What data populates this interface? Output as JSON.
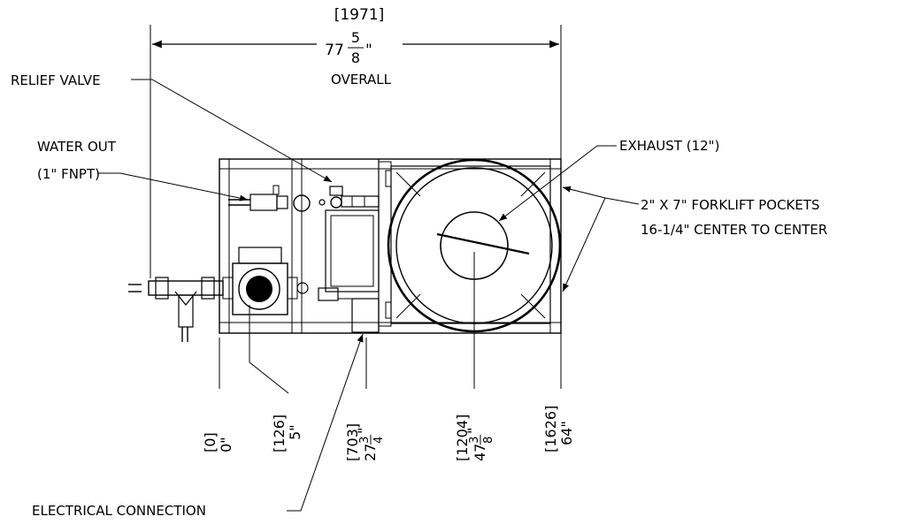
{
  "overall_dimension": {
    "metric": "[1971]",
    "whole": "77",
    "numerator": "5",
    "denominator": "8",
    "inch_mark": "\"",
    "caption": "OVERALL"
  },
  "callouts": {
    "relief_valve": "RELIEF VALVE",
    "water_out_line1": "WATER OUT",
    "water_out_line2": "(1\" FNPT)",
    "exhaust": "EXHAUST (12\")",
    "forklift_line1": "2\" X 7\" FORKLIFT POCKETS",
    "forklift_line2": "16-1/4\" CENTER TO CENTER",
    "electrical": "ELECTRICAL CONNECTION"
  },
  "datum_dimensions": [
    {
      "metric": "[0]",
      "imperial": "0\""
    },
    {
      "metric": "[126]",
      "imperial": "5\""
    },
    {
      "metric": "[703]",
      "whole": "27",
      "numerator": "3",
      "denominator": "4",
      "inch_mark": "\""
    },
    {
      "metric": "[1204]",
      "whole": "47",
      "numerator": "3",
      "denominator": "8",
      "inch_mark": "\""
    },
    {
      "metric": "[1626]",
      "imperial": "64\""
    }
  ]
}
